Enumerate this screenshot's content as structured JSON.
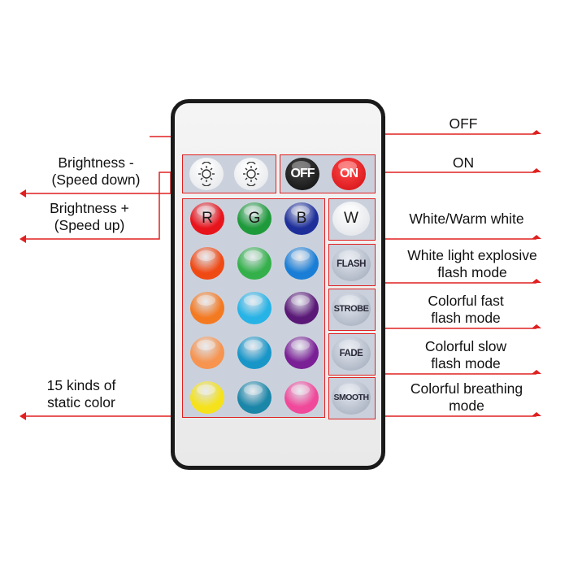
{
  "remote": {
    "brightness_buttons": [
      {
        "id": "brightness-down",
        "icon": "sun-arrows-icon"
      },
      {
        "id": "brightness-up",
        "icon": "sun-arrows-icon"
      }
    ],
    "power_buttons": {
      "off_label": "OFF",
      "on_label": "ON",
      "off_color": "#111111",
      "on_color": "#e8141c"
    },
    "rgb_labels": {
      "r": "R",
      "g": "G",
      "b": "B",
      "w": "W"
    },
    "color_buttons": [
      "#e8141c",
      "#1f9a3b",
      "#1e2f9a",
      "#f04a14",
      "#34b04a",
      "#1a7ed6",
      "#f47a22",
      "#27b3e6",
      "#5a1877",
      "#f69450",
      "#1896c8",
      "#7a1f95",
      "#f5e21a",
      "#1a86a8",
      "#f0489a"
    ],
    "mode_buttons": [
      "FLASH",
      "STROBE",
      "FADE",
      "SMOOTH"
    ]
  },
  "callouts": {
    "brightness_down": "Brightness -\n(Speed down)",
    "brightness_up": "Brightness +\n(Speed up)",
    "static_color": "15 kinds of\nstatic color",
    "off": "OFF",
    "on": "ON",
    "white": "White/Warm white",
    "flash": "White light explosive\nflash mode",
    "strobe": "Colorful fast\nflash mode",
    "fade": "Colorful slow\nflash mode",
    "smooth": "Colorful breathing\nmode"
  },
  "colors": {
    "accent_line": "#e02020",
    "panel_fill": "#cbd1dc",
    "remote_border": "#1a1a1a"
  }
}
